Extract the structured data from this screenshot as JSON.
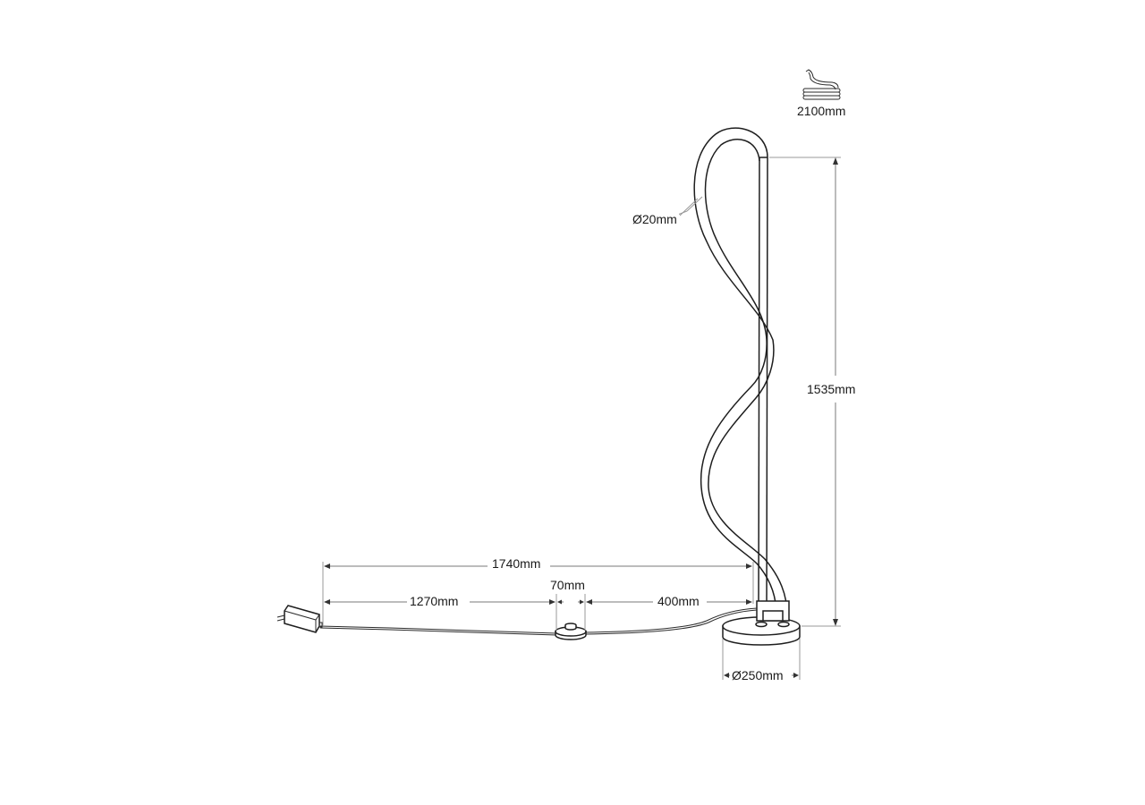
{
  "drawing": {
    "subject": "LED floor lamp dimension drawing",
    "cable_icon": {
      "icon": "coiled-cable-icon",
      "label": "2100mm"
    },
    "tube_diameter": {
      "label": "Ø20mm"
    },
    "height": {
      "label": "1535mm"
    },
    "total_cable_length": {
      "label": "1740mm"
    },
    "adapter_to_switch": {
      "label": "1270mm"
    },
    "switch_width": {
      "label": "70mm"
    },
    "switch_to_base": {
      "label": "400mm"
    },
    "base_diameter": {
      "label": "Ø250mm"
    },
    "colors": {
      "line": "#1e1e1e",
      "dimension": "#7a7a7a",
      "background": "#ffffff"
    }
  }
}
